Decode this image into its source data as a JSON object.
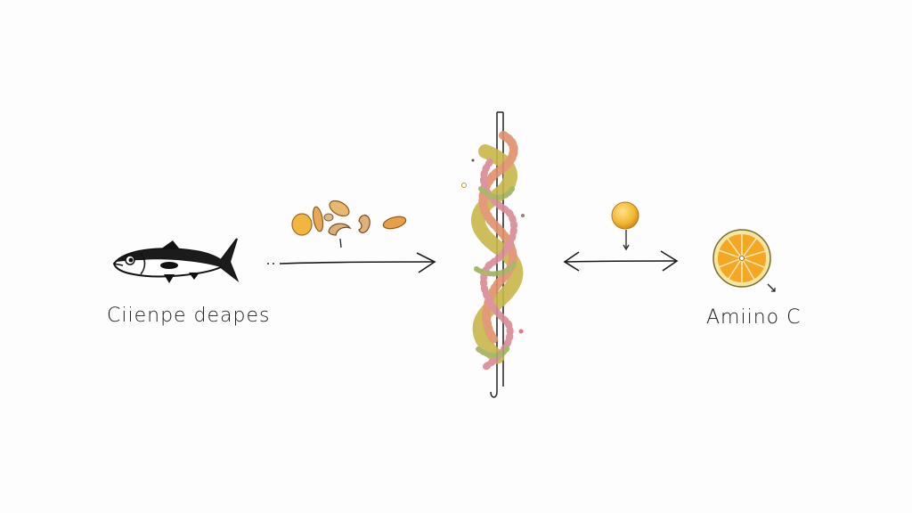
{
  "diagram": {
    "left_node": {
      "icon": "fish-icon",
      "label": "Ciienpe deapes"
    },
    "nuts_group": {
      "icon": "nuts-seeds-icon",
      "count": 7
    },
    "arrow_left_to_center": {
      "direction": "right",
      "prefix": ".."
    },
    "center_node": {
      "icon": "dna-helix-strand-icon",
      "colors": [
        "#d9a441",
        "#c8c05a",
        "#e08a5a",
        "#d98a94",
        "#9fb05a"
      ]
    },
    "arrow_center_to_right": {
      "direction": "bidirectional"
    },
    "small_ball": {
      "icon": "yellow-sphere-icon",
      "color": "#f2b630"
    },
    "right_node": {
      "icon": "orange-slice-icon",
      "label": "Amiino C",
      "color": "#f5a623"
    }
  },
  "background": "#fdfdfd"
}
